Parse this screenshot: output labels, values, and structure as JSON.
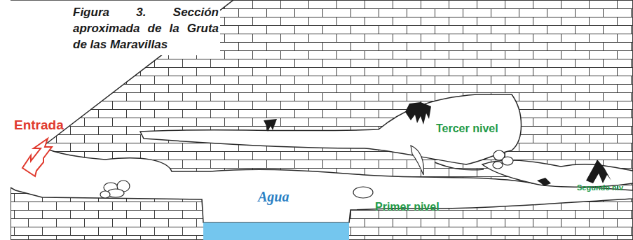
{
  "diagram": {
    "caption": "Figura 3. Sección aproximada de la Gruta de las Maravillas",
    "labels": [
      "Entrada",
      "Tercer nivel",
      "Agua",
      "Primer nivel",
      "Segundo niv"
    ]
  }
}
